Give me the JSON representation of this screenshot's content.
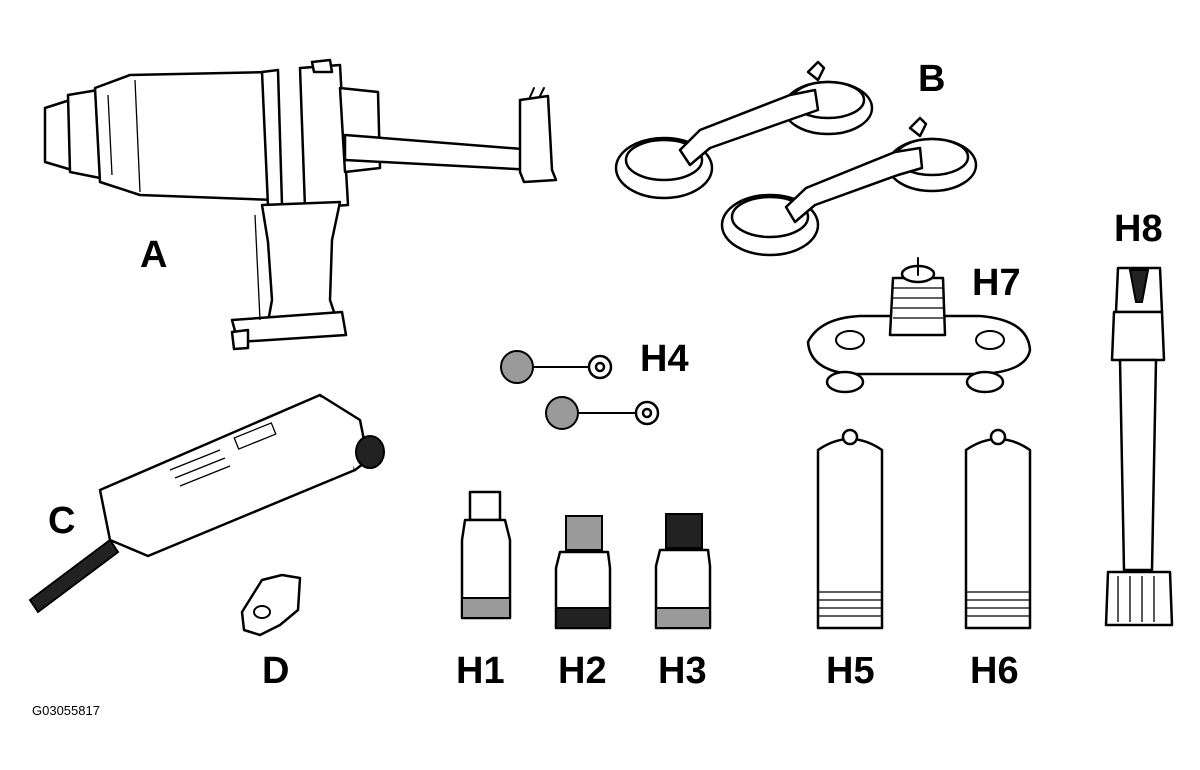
{
  "labels": {
    "a": "A",
    "b": "B",
    "c": "C",
    "d": "D",
    "h1": "H1",
    "h2": "H2",
    "h3": "H3",
    "h4": "H4",
    "h5": "H5",
    "h6": "H6",
    "h7": "H7",
    "h8": "H8"
  },
  "figure_id": "G03055817"
}
